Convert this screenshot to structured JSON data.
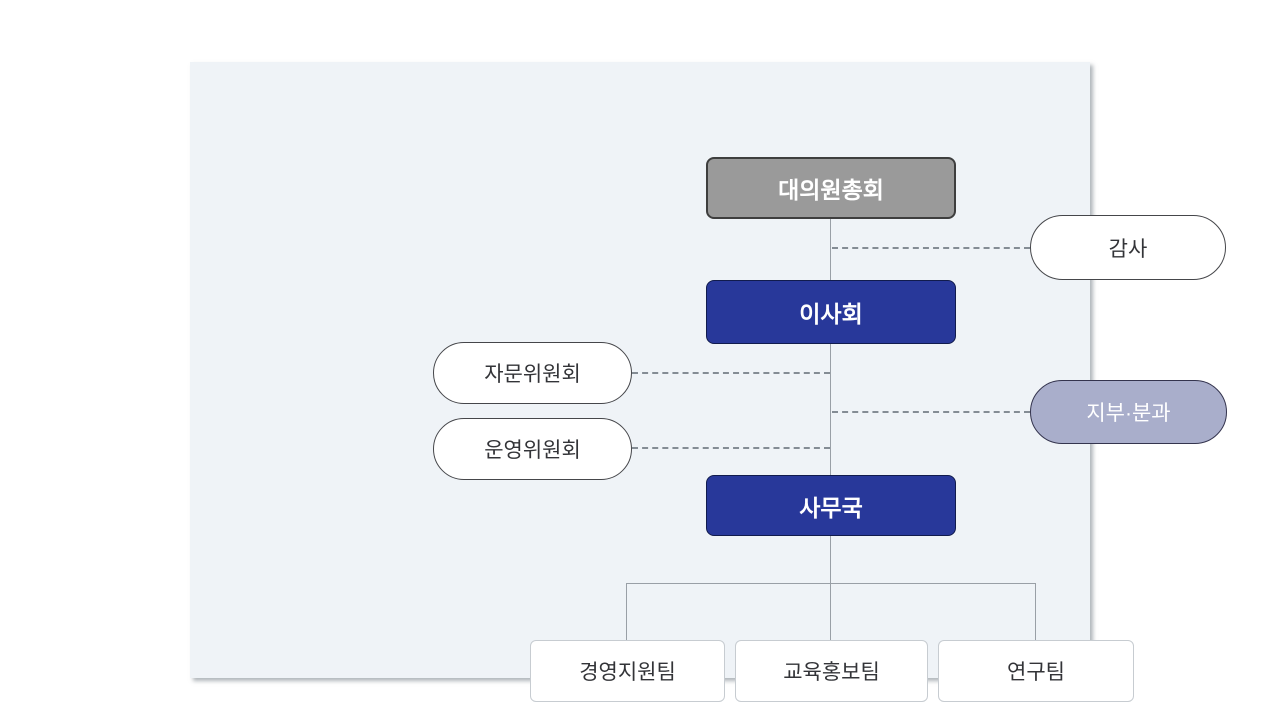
{
  "org_chart": {
    "nodes": {
      "assembly": {
        "label": "대의원총회",
        "level": 1,
        "style": "gray-box"
      },
      "audit": {
        "label": "감사",
        "attached_to": "assembly-board link",
        "style": "white-pill"
      },
      "board": {
        "label": "이사회",
        "level": 2,
        "style": "blue-box"
      },
      "advisory": {
        "label": "자문위원회",
        "attached_to": "board-secretariat link",
        "style": "white-pill"
      },
      "branches": {
        "label": "지부·분과",
        "attached_to": "board-secretariat link",
        "style": "lavender-pill"
      },
      "steering": {
        "label": "운영위원회",
        "attached_to": "board-secretariat link",
        "style": "white-pill"
      },
      "secretariat": {
        "label": "사무국",
        "level": 3,
        "style": "blue-box"
      },
      "teams": [
        {
          "label": "경영지원팀"
        },
        {
          "label": "교육홍보팀"
        },
        {
          "label": "연구팀"
        }
      ]
    },
    "colors": {
      "panel_background": "#eff3f7",
      "gray_node": "#9a9a9a",
      "blue_node": "#28389a",
      "lavender_node": "#a9aecb",
      "solid_line": "#999fa6",
      "dashed_line": "#848c94"
    }
  }
}
